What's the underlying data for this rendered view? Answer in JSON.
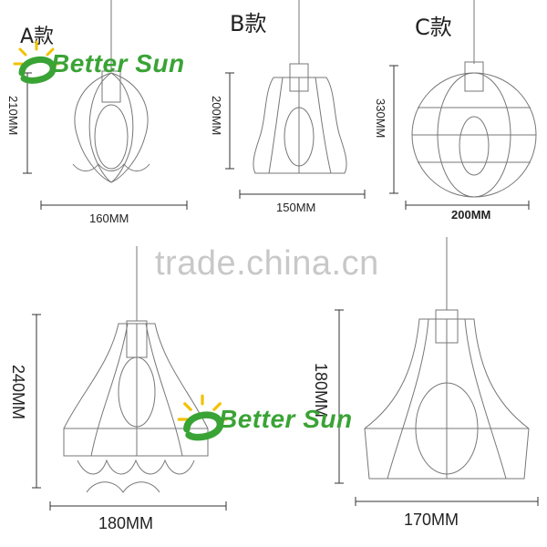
{
  "watermark": "trade.china.cn",
  "logo": {
    "text": "Better Sun",
    "color": "#3aa335",
    "sun_color": "#f2c200"
  },
  "lamps": [
    {
      "id": "A",
      "label": "A款",
      "height_label": "210MM",
      "width_label": "160MM"
    },
    {
      "id": "B",
      "label": "B款",
      "height_label": "200MM",
      "width_label": "150MM"
    },
    {
      "id": "C",
      "label": "C款",
      "height_label": "330MM",
      "width_label": "200MM"
    },
    {
      "id": "D",
      "label": "",
      "height_label": "240MM",
      "width_label": "180MM"
    },
    {
      "id": "E",
      "label": "",
      "height_label": "180MM",
      "width_label": "170MM"
    }
  ]
}
